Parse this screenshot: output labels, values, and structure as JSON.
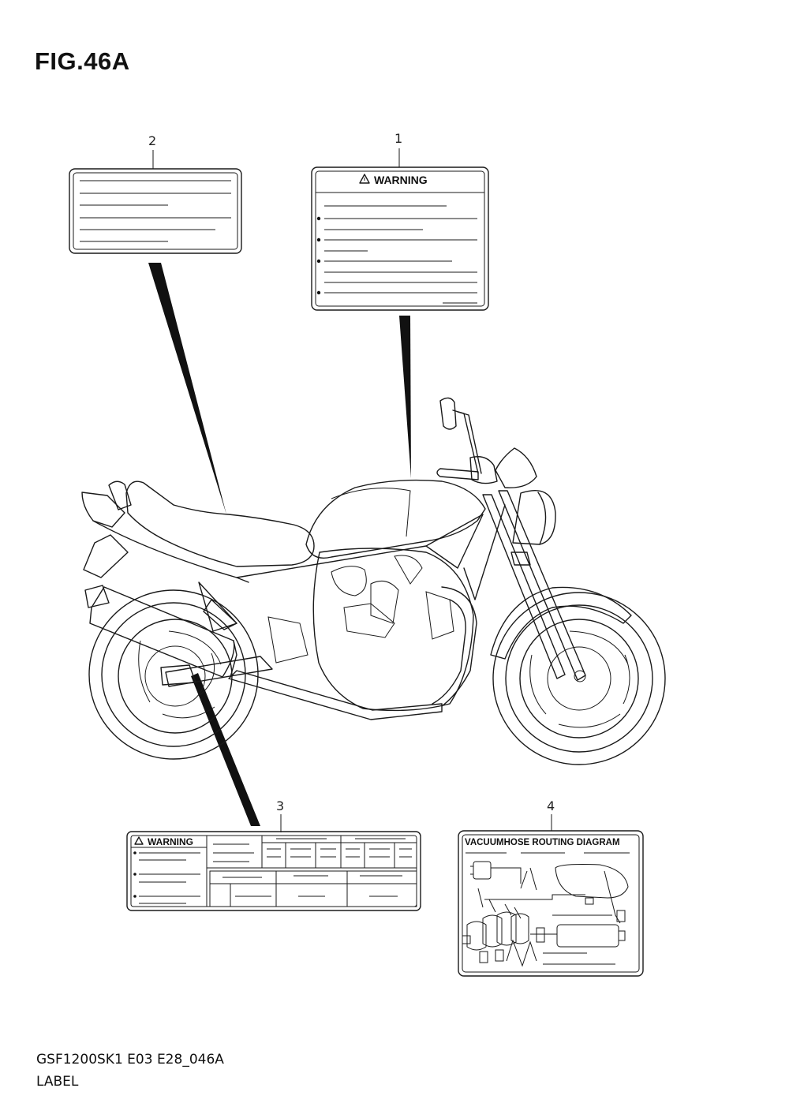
{
  "figure": {
    "title": "FIG.46A",
    "code": "GSF1200SK1 E03 E28_046A",
    "name": "LABEL"
  },
  "callouts": {
    "c1": "1",
    "c2": "2",
    "c3": "3",
    "c4": "4"
  },
  "labels": {
    "label1_heading": "WARNING",
    "label3_heading": "WARNING",
    "label4_heading": "VACUUMHOSE ROUTING DIAGRAM"
  },
  "colors": {
    "line": "#1a1a1a",
    "background": "#ffffff"
  }
}
